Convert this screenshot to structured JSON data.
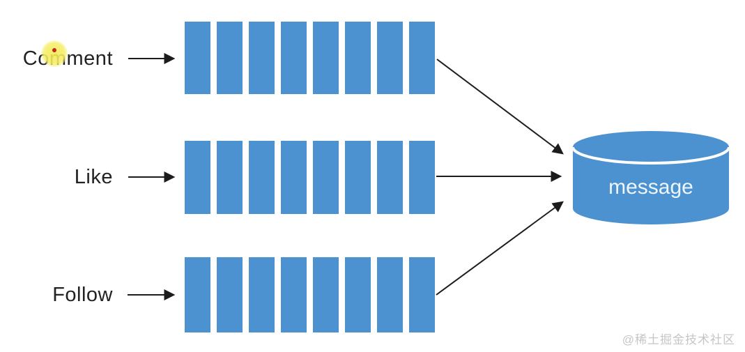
{
  "diagram": {
    "rows": [
      {
        "id": "comment",
        "label": "Comment",
        "queue_bar_count": 8
      },
      {
        "id": "like",
        "label": "Like",
        "queue_bar_count": 8
      },
      {
        "id": "follow",
        "label": "Follow",
        "queue_bar_count": 8
      }
    ],
    "database": {
      "label": "message"
    },
    "highlight": {
      "target_label": "Comment"
    }
  },
  "watermark": {
    "text": "@稀土掘金技术社区"
  },
  "colors": {
    "queue_bar_blue": "#4d92d0",
    "cylinder_blue": "#4d92d0",
    "cylinder_divider_white": "#ffffff",
    "cylinder_text": "#eef6fc",
    "arrow_black": "#1c1c1c",
    "label_text": "#222222",
    "watermark_gray": "#c6c6c6",
    "highlight_yellow": "#f4e94f",
    "highlight_dot_red": "#c1271a",
    "background": "#ffffff"
  }
}
